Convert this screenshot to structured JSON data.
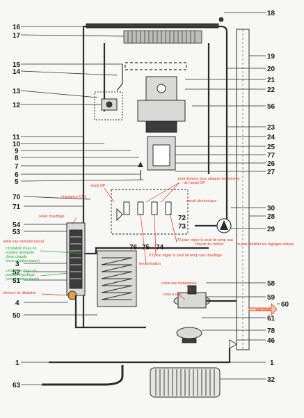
{
  "left_numbers": [
    {
      "id": "16",
      "label": "16"
    },
    {
      "id": "17",
      "label": "17"
    },
    {
      "id": "15",
      "label": "15"
    },
    {
      "id": "14",
      "label": "14"
    },
    {
      "id": "13",
      "label": "13"
    },
    {
      "id": "12",
      "label": "12"
    },
    {
      "id": "11",
      "label": "11"
    },
    {
      "id": "10",
      "label": "10"
    },
    {
      "id": "9",
      "label": "9"
    },
    {
      "id": "8",
      "label": "8"
    },
    {
      "id": "7",
      "label": "7"
    },
    {
      "id": "6",
      "label": "6"
    },
    {
      "id": "5",
      "label": "5"
    },
    {
      "id": "70",
      "label": "70"
    },
    {
      "id": "71",
      "label": "71"
    },
    {
      "id": "54",
      "label": "54"
    },
    {
      "id": "53",
      "label": "53"
    },
    {
      "id": "3",
      "label": "3"
    },
    {
      "id": "52",
      "label": "52"
    },
    {
      "id": "51",
      "label": "51"
    },
    {
      "id": "4",
      "label": "4"
    },
    {
      "id": "50",
      "label": "50"
    },
    {
      "id": "1L",
      "label": "1"
    },
    {
      "id": "63",
      "label": "63"
    }
  ],
  "right_numbers": [
    {
      "id": "18",
      "label": "18"
    },
    {
      "id": "19",
      "label": "19"
    },
    {
      "id": "20",
      "label": "20"
    },
    {
      "id": "21",
      "label": "21"
    },
    {
      "id": "22",
      "label": "22"
    },
    {
      "id": "56",
      "label": "56"
    },
    {
      "id": "23",
      "label": "23"
    },
    {
      "id": "24",
      "label": "24"
    },
    {
      "id": "25",
      "label": "25"
    },
    {
      "id": "77",
      "label": "77"
    },
    {
      "id": "26",
      "label": "26"
    },
    {
      "id": "27",
      "label": "27"
    },
    {
      "id": "30",
      "label": "30"
    },
    {
      "id": "28",
      "label": "28"
    },
    {
      "id": "29",
      "label": "29"
    },
    {
      "id": "58",
      "label": "58"
    },
    {
      "id": "59",
      "label": "59"
    },
    {
      "id": "60",
      "label": "60"
    },
    {
      "id": "61",
      "label": "61"
    },
    {
      "id": "78",
      "label": "78"
    },
    {
      "id": "46",
      "label": "46"
    },
    {
      "id": "1R",
      "label": "1"
    },
    {
      "id": "32",
      "label": "32"
    }
  ],
  "inner_numbers": [
    {
      "id": "72",
      "label": "72"
    },
    {
      "id": "73",
      "label": "73"
    },
    {
      "id": "76",
      "label": "76"
    },
    {
      "id": "75",
      "label": "75"
    },
    {
      "id": "74",
      "label": "74"
    }
  ],
  "annotations_red": {
    "ampli_op": "ampli OP",
    "resistance_ctn": "résistance CTN",
    "pont_line1": "pont diviseur pour attaquer les entrées",
    "pont_line2": "de l'ampli OP",
    "circuit_electronique": "circuit électronique",
    "relais_chauffage": "relais chauffage",
    "relais_eau_sanitaire": "relais eau sanitaire (accu)",
    "p2_line1": "P2 pour régler le seuil de temp eau",
    "p2_line2": "chaude du robinet",
    "ne_pas_modifier": "ne pas modifier les réglages initiaux",
    "p3": "P3 pour régler le seuil de temp eau chauffage",
    "temporisation": "temporisation",
    "element_dilatation": "élément de dilatation",
    "relais_eau_instantanee": "relais eau instantanée",
    "valve_a_eau": "valve à eau",
    "eau_froide": "eau froide"
  },
  "annotations_green": {
    "circ_sanitaire_line1": "circulation d'eau en",
    "circ_sanitaire_line2": "position demande",
    "circ_sanitaire_line3": "d'eau chaude",
    "circ_sanitaire_line4": "(sens position basse)",
    "circ_chauffage_line1": "circulation d'eau en",
    "circ_chauffage_line2": "position chauffage",
    "circ_chauffage_line3": "(sens position haute)"
  },
  "colors": {
    "annotation_red": "#e0381a",
    "annotation_green": "#27a83a",
    "line": "#2b2b2b"
  }
}
